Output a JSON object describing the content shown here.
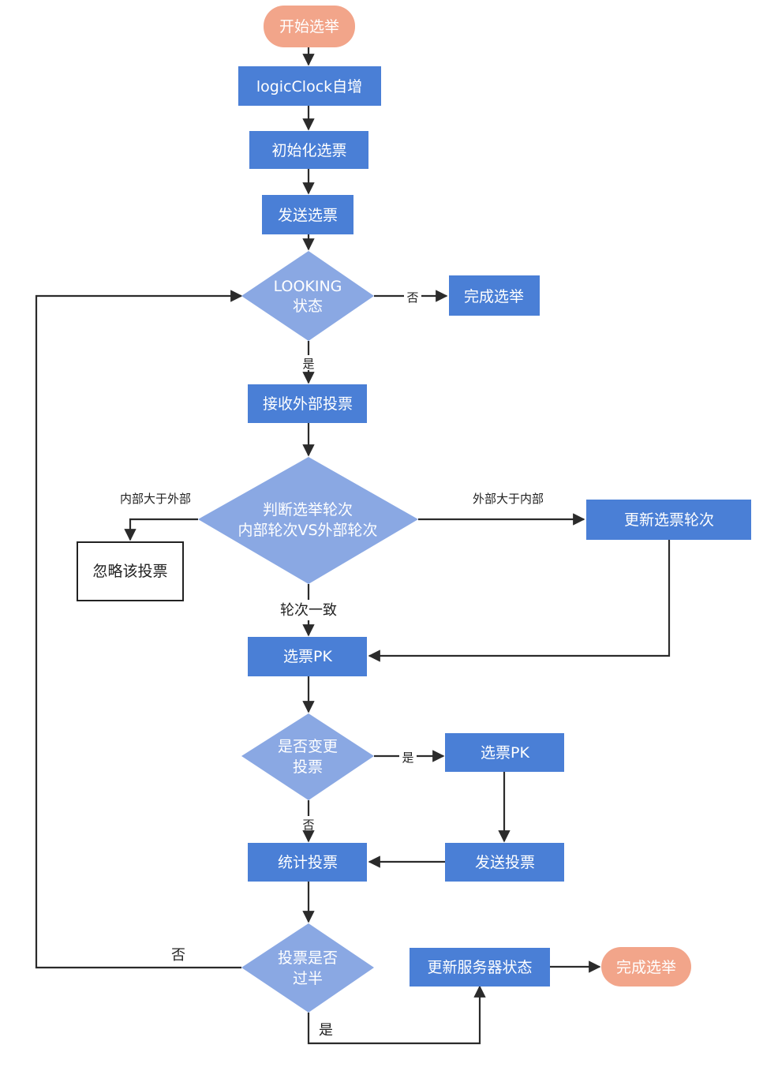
{
  "colors": {
    "process": "#4a7fd6",
    "decision": "#8aa8e3",
    "terminal": "#f2a58a",
    "line": "#2b2b2b",
    "plain_border": "#222222"
  },
  "nodes": {
    "start": "开始选举",
    "logic_clock": "logicClock自增",
    "init_vote": "初始化选票",
    "send_vote_1": "发送选票",
    "looking_1": "LOOKING",
    "looking_2": "状态",
    "finish_1": "完成选举",
    "receive_ext": "接收外部投票",
    "judge_1": "判断选举轮次",
    "judge_2": "内部轮次VS外部轮次",
    "ignore": "忽略该投票",
    "update_round": "更新选票轮次",
    "vote_pk_1": "选票PK",
    "change_1": "是否变更",
    "change_2": "投票",
    "vote_pk_2": "选票PK",
    "count_votes": "统计投票",
    "send_vote_2": "发送投票",
    "half_1": "投票是否",
    "half_2": "过半",
    "update_state": "更新服务器状态",
    "finish_2": "完成选举"
  },
  "edge_labels": {
    "no_looking": "否",
    "yes_looking": "是",
    "internal_greater": "内部大于外部",
    "external_greater": "外部大于内部",
    "round_equal": "轮次一致",
    "yes_change": "是",
    "no_change": "否",
    "no_half": "否",
    "yes_half": "是"
  }
}
